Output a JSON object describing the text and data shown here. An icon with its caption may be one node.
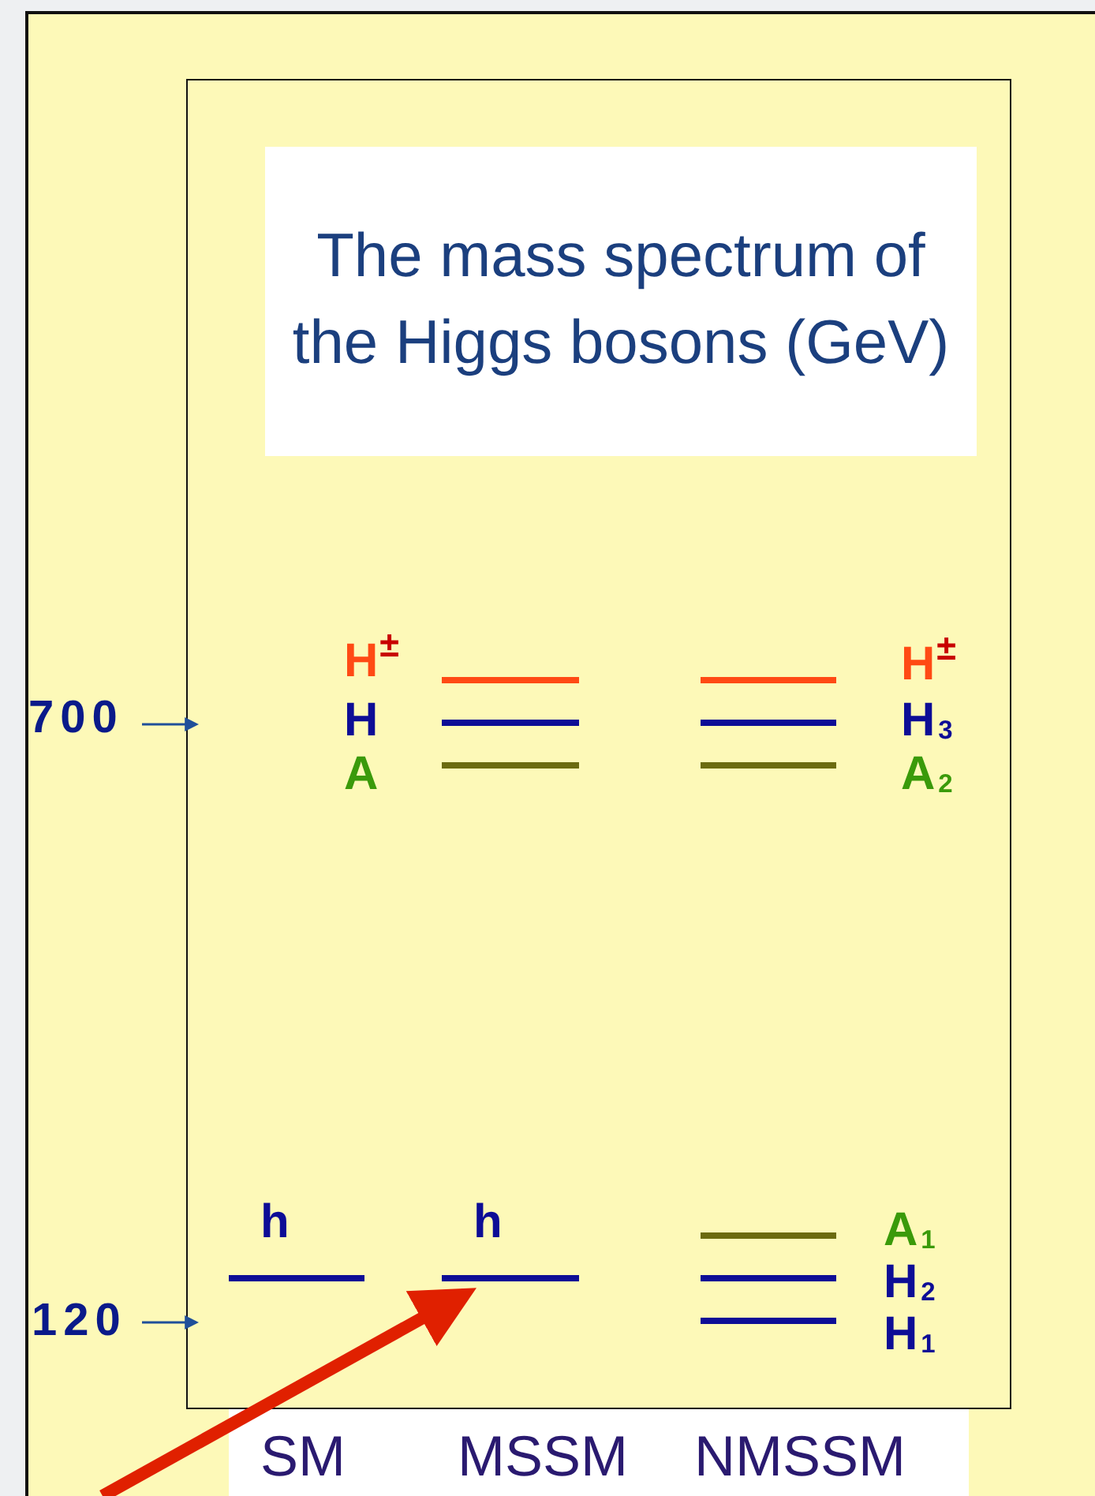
{
  "diagram": {
    "nodes": [
      {
        "text": [
          "The mass spectrum of the Higgs bosons (GeV)"
        ]
      },
      {
        "text": [],
        "shape": "bar"
      },
      {
        "text": [],
        "shape": "bar"
      },
      {
        "text": [],
        "shape": "bar"
      },
      {
        "text": [],
        "shape": "bar"
      },
      {
        "text": [],
        "shape": "bar"
      },
      {
        "text": [],
        "shape": "bar"
      },
      {
        "text": [],
        "shape": "bar"
      },
      {
        "text": [],
        "shape": "bar"
      },
      {
        "text": [],
        "shape": "bar"
      },
      {
        "text": [],
        "shape": "bar"
      },
      {
        "text": [],
        "shape": "bar"
      }
    ],
    "edges": [
      {
        "from": null,
        "to": 8,
        "arrow": "to"
      }
    ],
    "labels": [
      "H$^{±}$",
      "H",
      "A",
      "H$^{±}$",
      "H$_{3}$",
      "A$_{2}$",
      "700",
      "h",
      "h",
      "A$_{1}$",
      "H$_{2}$",
      "H$_{1}$",
      "120",
      "SM",
      "MSSM",
      "NMSSM"
    ]
  }
}
